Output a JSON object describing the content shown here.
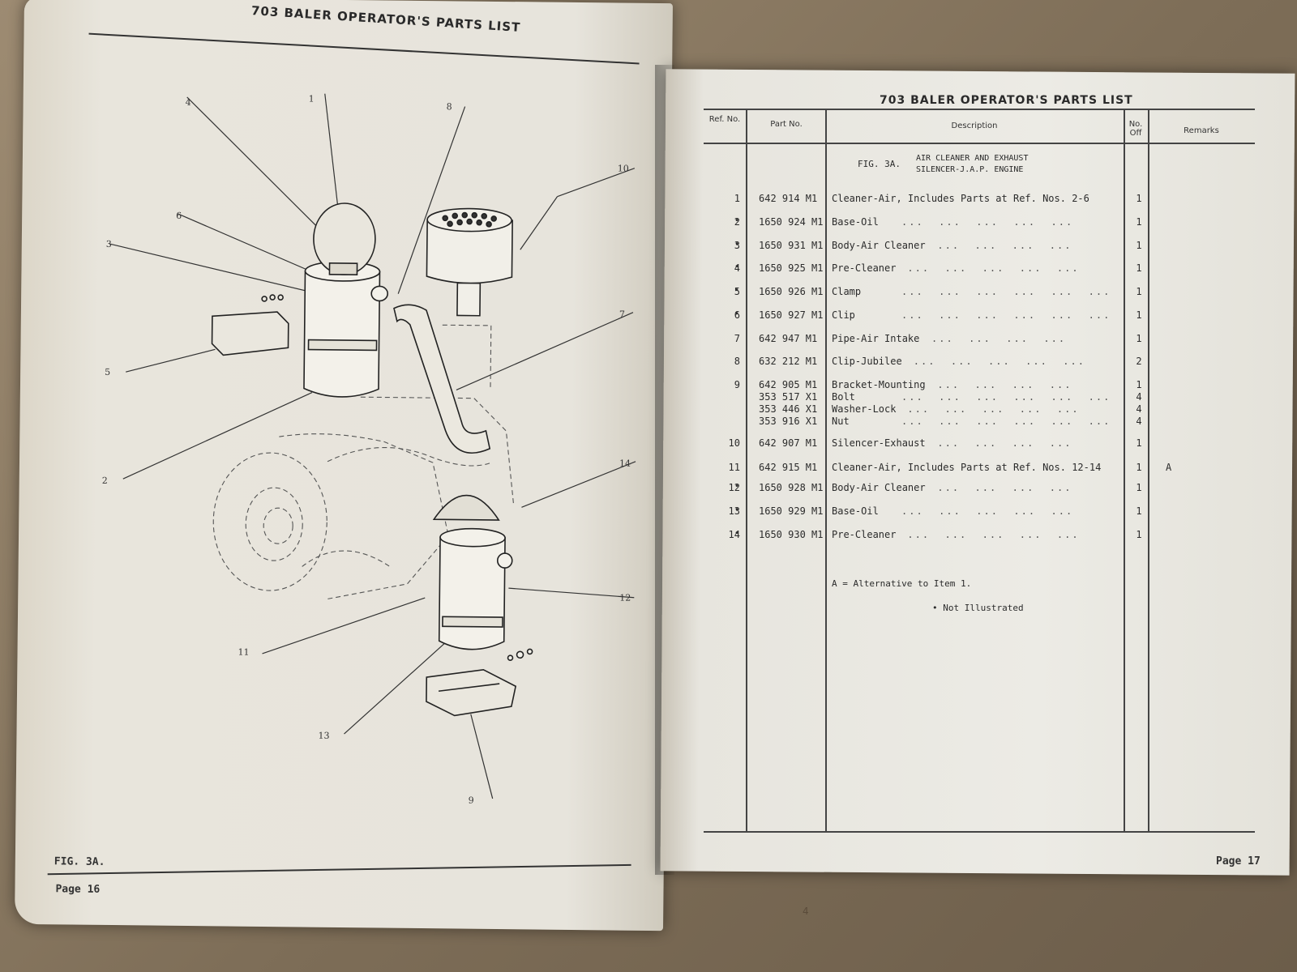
{
  "left_page": {
    "running_head": "703 BALER OPERATOR'S PARTS LIST",
    "figure_label": "FIG. 3A.",
    "page_number": "Page 16",
    "callouts": [
      "1",
      "2",
      "3",
      "4",
      "5",
      "6",
      "7",
      "8",
      "9",
      "10",
      "11",
      "12",
      "13",
      "14"
    ]
  },
  "right_page": {
    "running_head": "703 BALER OPERATOR'S PARTS LIST",
    "page_number": "Page 17",
    "headers": {
      "ref": "Ref. No.",
      "part": "Part No.",
      "description": "Description",
      "no_off": "No. Off",
      "remarks": "Remarks"
    },
    "figure_title": "FIG. 3A.",
    "figure_subtitle_1": "AIR CLEANER AND EXHAUST",
    "figure_subtitle_2": "SILENCER-J.A.P. ENGINE",
    "rows": [
      {
        "ref": "1",
        "star": "",
        "part": "642 914 M1",
        "desc": "Cleaner-Air, Includes Parts at Ref. Nos. 2-6",
        "dots": "",
        "qty": "1",
        "remark": ""
      },
      {
        "ref": "2",
        "star": "•",
        "part": "1650 924 M1",
        "desc": "Base-Oil",
        "dots": "...  ...  ...  ...  ...",
        "qty": "1",
        "remark": ""
      },
      {
        "ref": "3",
        "star": "•",
        "part": "1650 931 M1",
        "desc": "Body-Air Cleaner",
        "dots": "...  ...  ...  ...",
        "qty": "1",
        "remark": ""
      },
      {
        "ref": "4",
        "star": "•",
        "part": "1650 925 M1",
        "desc": "Pre-Cleaner",
        "dots": "...  ...  ...  ...  ...",
        "qty": "1",
        "remark": ""
      },
      {
        "ref": "5",
        "star": "•",
        "part": "1650 926 M1",
        "desc": "Clamp",
        "dots": "...  ...  ...  ...  ...  ...",
        "qty": "1",
        "remark": ""
      },
      {
        "ref": "6",
        "star": "•",
        "part": "1650 927 M1",
        "desc": "Clip",
        "dots": "...  ...  ...  ...  ...  ...",
        "qty": "1",
        "remark": ""
      },
      {
        "ref": "7",
        "star": "",
        "part": "642 947 M1",
        "desc": "Pipe-Air Intake",
        "dots": "...  ...  ...  ...",
        "qty": "1",
        "remark": ""
      },
      {
        "ref": "8",
        "star": "",
        "part": "632 212 M1",
        "desc": "Clip-Jubilee",
        "dots": "...  ...  ...  ...  ...",
        "qty": "2",
        "remark": ""
      },
      {
        "ref": "9",
        "star": "",
        "part": "642 905 M1",
        "desc": "Bracket-Mounting",
        "dots": "...  ...  ...  ...",
        "qty": "1",
        "remark": ""
      },
      {
        "ref": "",
        "star": "",
        "part": "353 517 X1",
        "desc": "Bolt",
        "dots": "...  ...  ...  ...  ...  ...",
        "qty": "4",
        "remark": ""
      },
      {
        "ref": "",
        "star": "",
        "part": "353 446 X1",
        "desc": "Washer-Lock",
        "dots": "...  ...  ...  ...  ...",
        "qty": "4",
        "remark": ""
      },
      {
        "ref": "",
        "star": "",
        "part": "353 916 X1",
        "desc": "Nut",
        "dots": "...  ...  ...  ...  ...  ...",
        "qty": "4",
        "remark": ""
      },
      {
        "ref": "10",
        "star": "",
        "part": "642 907 M1",
        "desc": "Silencer-Exhaust",
        "dots": "...  ...  ...  ...",
        "qty": "1",
        "remark": ""
      },
      {
        "ref": "11",
        "star": "",
        "part": "642 915 M1",
        "desc": "Cleaner-Air, Includes Parts at Ref. Nos. 12-14",
        "dots": "",
        "qty": "1",
        "remark": "A"
      },
      {
        "ref": "12",
        "star": "•",
        "part": "1650 928 M1",
        "desc": "Body-Air Cleaner",
        "dots": "...  ...  ...  ...",
        "qty": "1",
        "remark": ""
      },
      {
        "ref": "13",
        "star": "•",
        "part": "1650 929 M1",
        "desc": "Base-Oil",
        "dots": "...  ...  ...  ...  ...",
        "qty": "1",
        "remark": ""
      },
      {
        "ref": "14",
        "star": "•",
        "part": "1650 930 M1",
        "desc": "Pre-Cleaner",
        "dots": "...  ...  ...  ...  ...",
        "qty": "1",
        "remark": ""
      }
    ],
    "note_alternative": "A = Alternative to Item 1.",
    "note_not_illustrated": "• Not Illustrated"
  },
  "table_mark": "4"
}
